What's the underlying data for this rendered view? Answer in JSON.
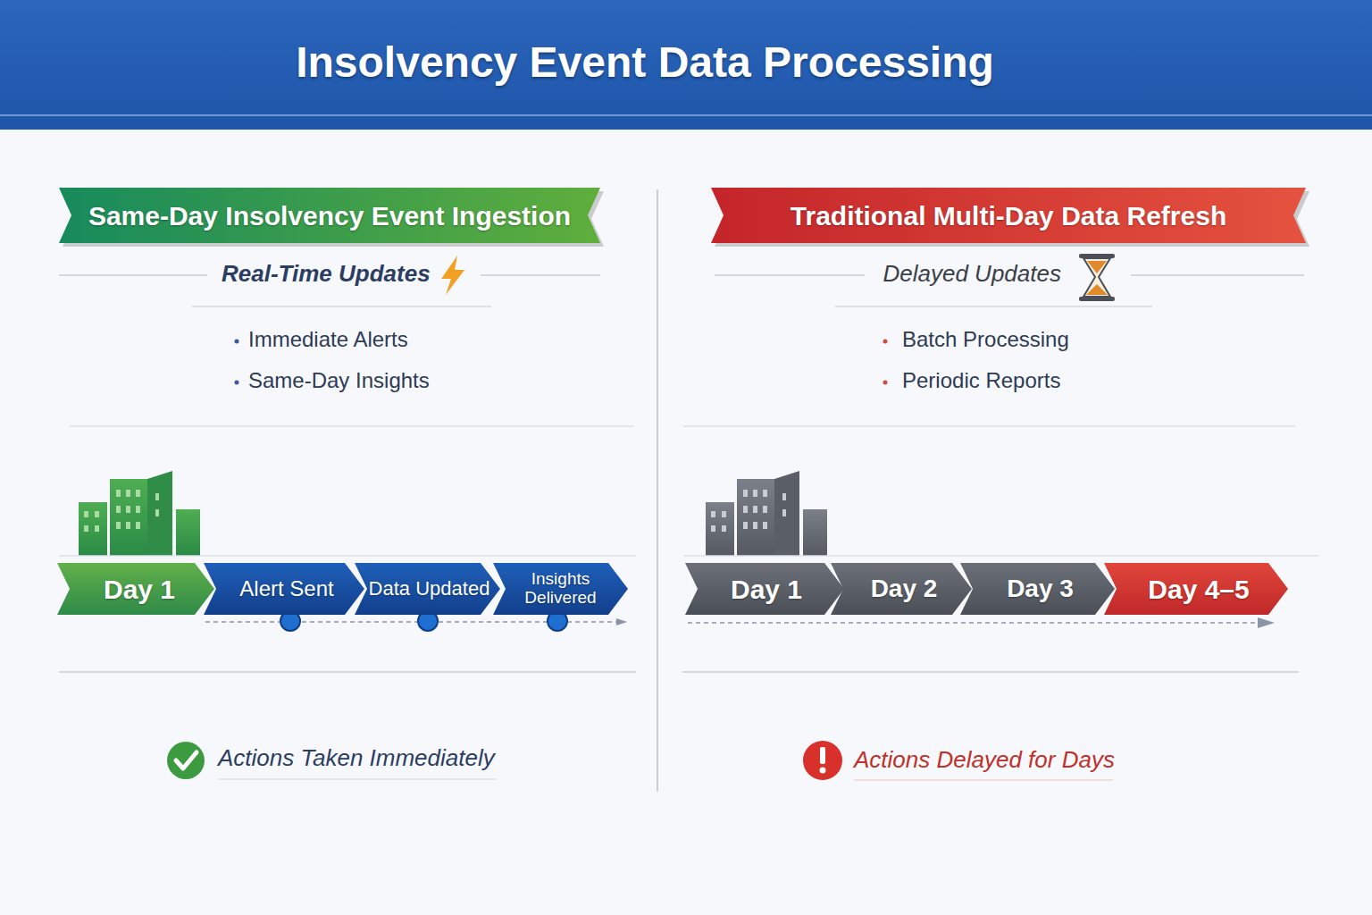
{
  "diagram": {
    "title": "Insolvency Event Data Processing",
    "nodes": [
      {
        "text": [
          "Same-Day Insolvency Event Ingestion"
        ]
      },
      {
        "text": [
          "Day 1"
        ]
      },
      {
        "text": [
          "Alert Sent"
        ]
      },
      {
        "text": [
          "Data Updated"
        ]
      },
      {
        "text": [
          "Insights Delivered"
        ]
      },
      {
        "text": [
          "Traditional Multi-Day Data Refresh"
        ]
      },
      {
        "text": [
          "Day 1"
        ]
      },
      {
        "text": [
          "Day 2"
        ]
      },
      {
        "text": [
          "Day 3"
        ]
      },
      {
        "text": [
          "Day 4–5"
        ]
      }
    ],
    "labels": [
      "Real-Time Updates",
      "Immediate Alerts",
      "Same-Day Insights",
      "Actions Taken Immediately",
      "Delayed Updates",
      "Batch Processing",
      "Periodic Reports",
      "Actions Delayed for Days"
    ]
  }
}
